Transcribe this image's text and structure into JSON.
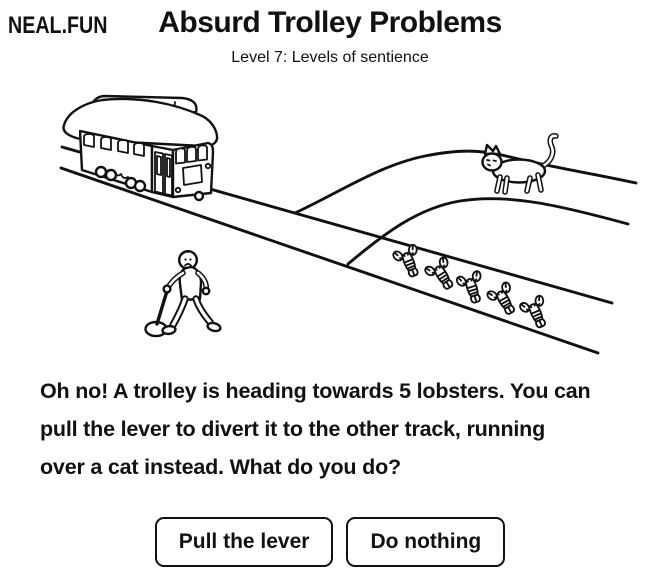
{
  "header": {
    "logo": "NEAL.FUN",
    "title": "Absurd Trolley Problems",
    "subtitle": "Level 7: Levels of sentience"
  },
  "scene": {
    "elements": [
      "trolley",
      "forked-track",
      "cat-on-side-track",
      "five-lobsters-on-main-track",
      "person-with-lever"
    ],
    "lobster_count": 5
  },
  "question": {
    "lines": [
      "Oh no! A trolley is heading towards 5 lobsters. You can",
      "pull the lever to divert it to the other track, running",
      "over a cat instead. What do you do?"
    ]
  },
  "actions": [
    {
      "label": "Pull the lever"
    },
    {
      "label": "Do nothing"
    }
  ],
  "colors": {
    "ink": "#111111",
    "background": "#ffffff"
  }
}
